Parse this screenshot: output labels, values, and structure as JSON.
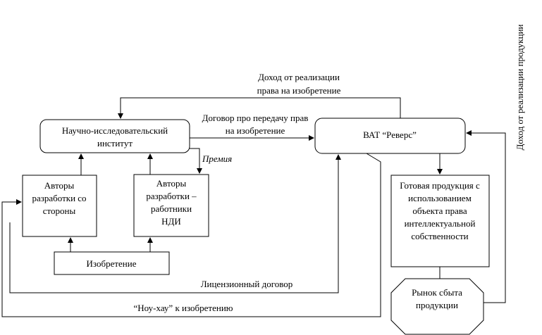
{
  "nodes": {
    "institute": [
      "Научно-исследовательский",
      "институт"
    ],
    "company": [
      "ВАТ “Реверс”"
    ],
    "outside_authors": [
      "Авторы",
      "разработки со",
      "стороны"
    ],
    "staff_authors": [
      "Авторы",
      "разработки –",
      "работники",
      "НДИ"
    ],
    "invention": [
      "Изобретение"
    ],
    "products": [
      "Готовая продукция с",
      "использованием",
      "объекта права",
      "интеллектуальной",
      "собственности"
    ],
    "market": [
      "Рынок сбыта",
      "продукции"
    ]
  },
  "edges": {
    "income_rights": [
      "Доход от реализации",
      "права на изобретение"
    ],
    "transfer_agreement": [
      "Договор про передачу прав",
      "на изобретение"
    ],
    "bonus": "Премия",
    "license": "Лицензионный договор",
    "know_how": "“Ноу-хау” к изобретению",
    "income_products": "Доход от реализации продукции"
  }
}
